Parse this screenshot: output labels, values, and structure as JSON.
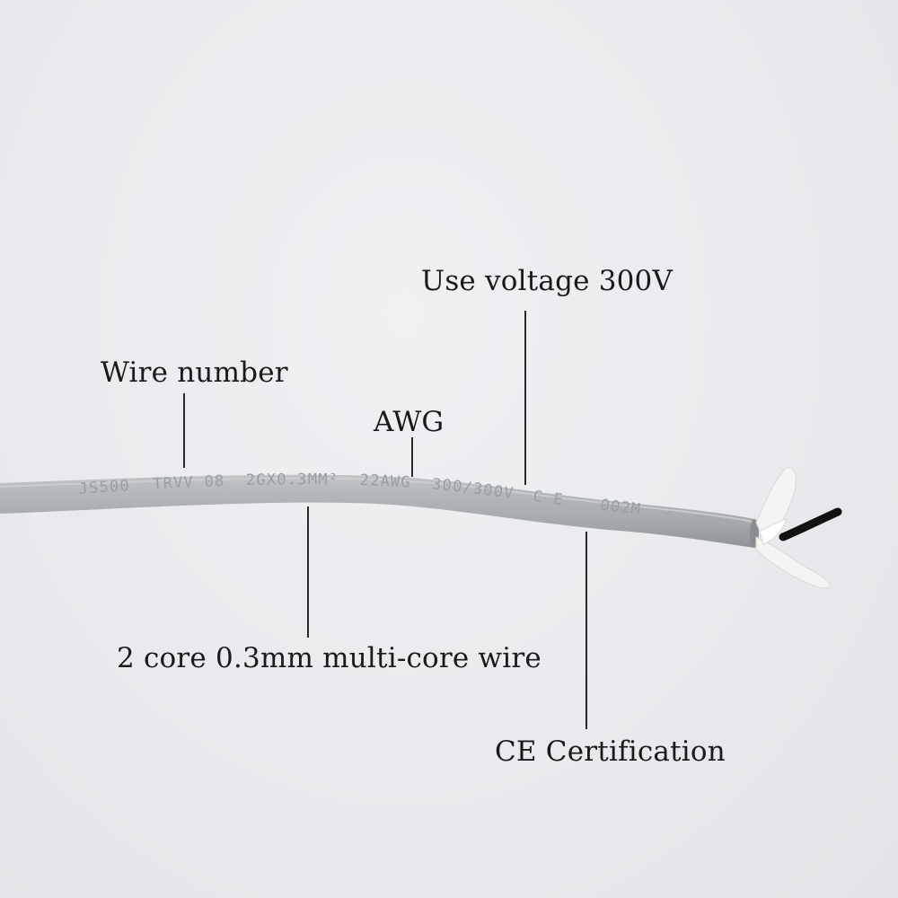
{
  "annotations": {
    "voltage": "Use voltage 300V",
    "wire_number": "Wire number",
    "awg": "AWG",
    "multicore": "2 core 0.3mm multi-core wire",
    "ce": "CE Certification"
  },
  "cable_print": {
    "wire_number": "JS500",
    "type": "TRVV 08",
    "spec": "2GX0.3MM²",
    "gauge": "22AWG",
    "rating": "300/300V",
    "mark": "C E",
    "length": "002M"
  },
  "colors": {
    "background": "#e9ebee",
    "cable_jacket": "#a9acae",
    "insulation_fibers": "#f4f4f2",
    "core_conductor": "#111111"
  }
}
